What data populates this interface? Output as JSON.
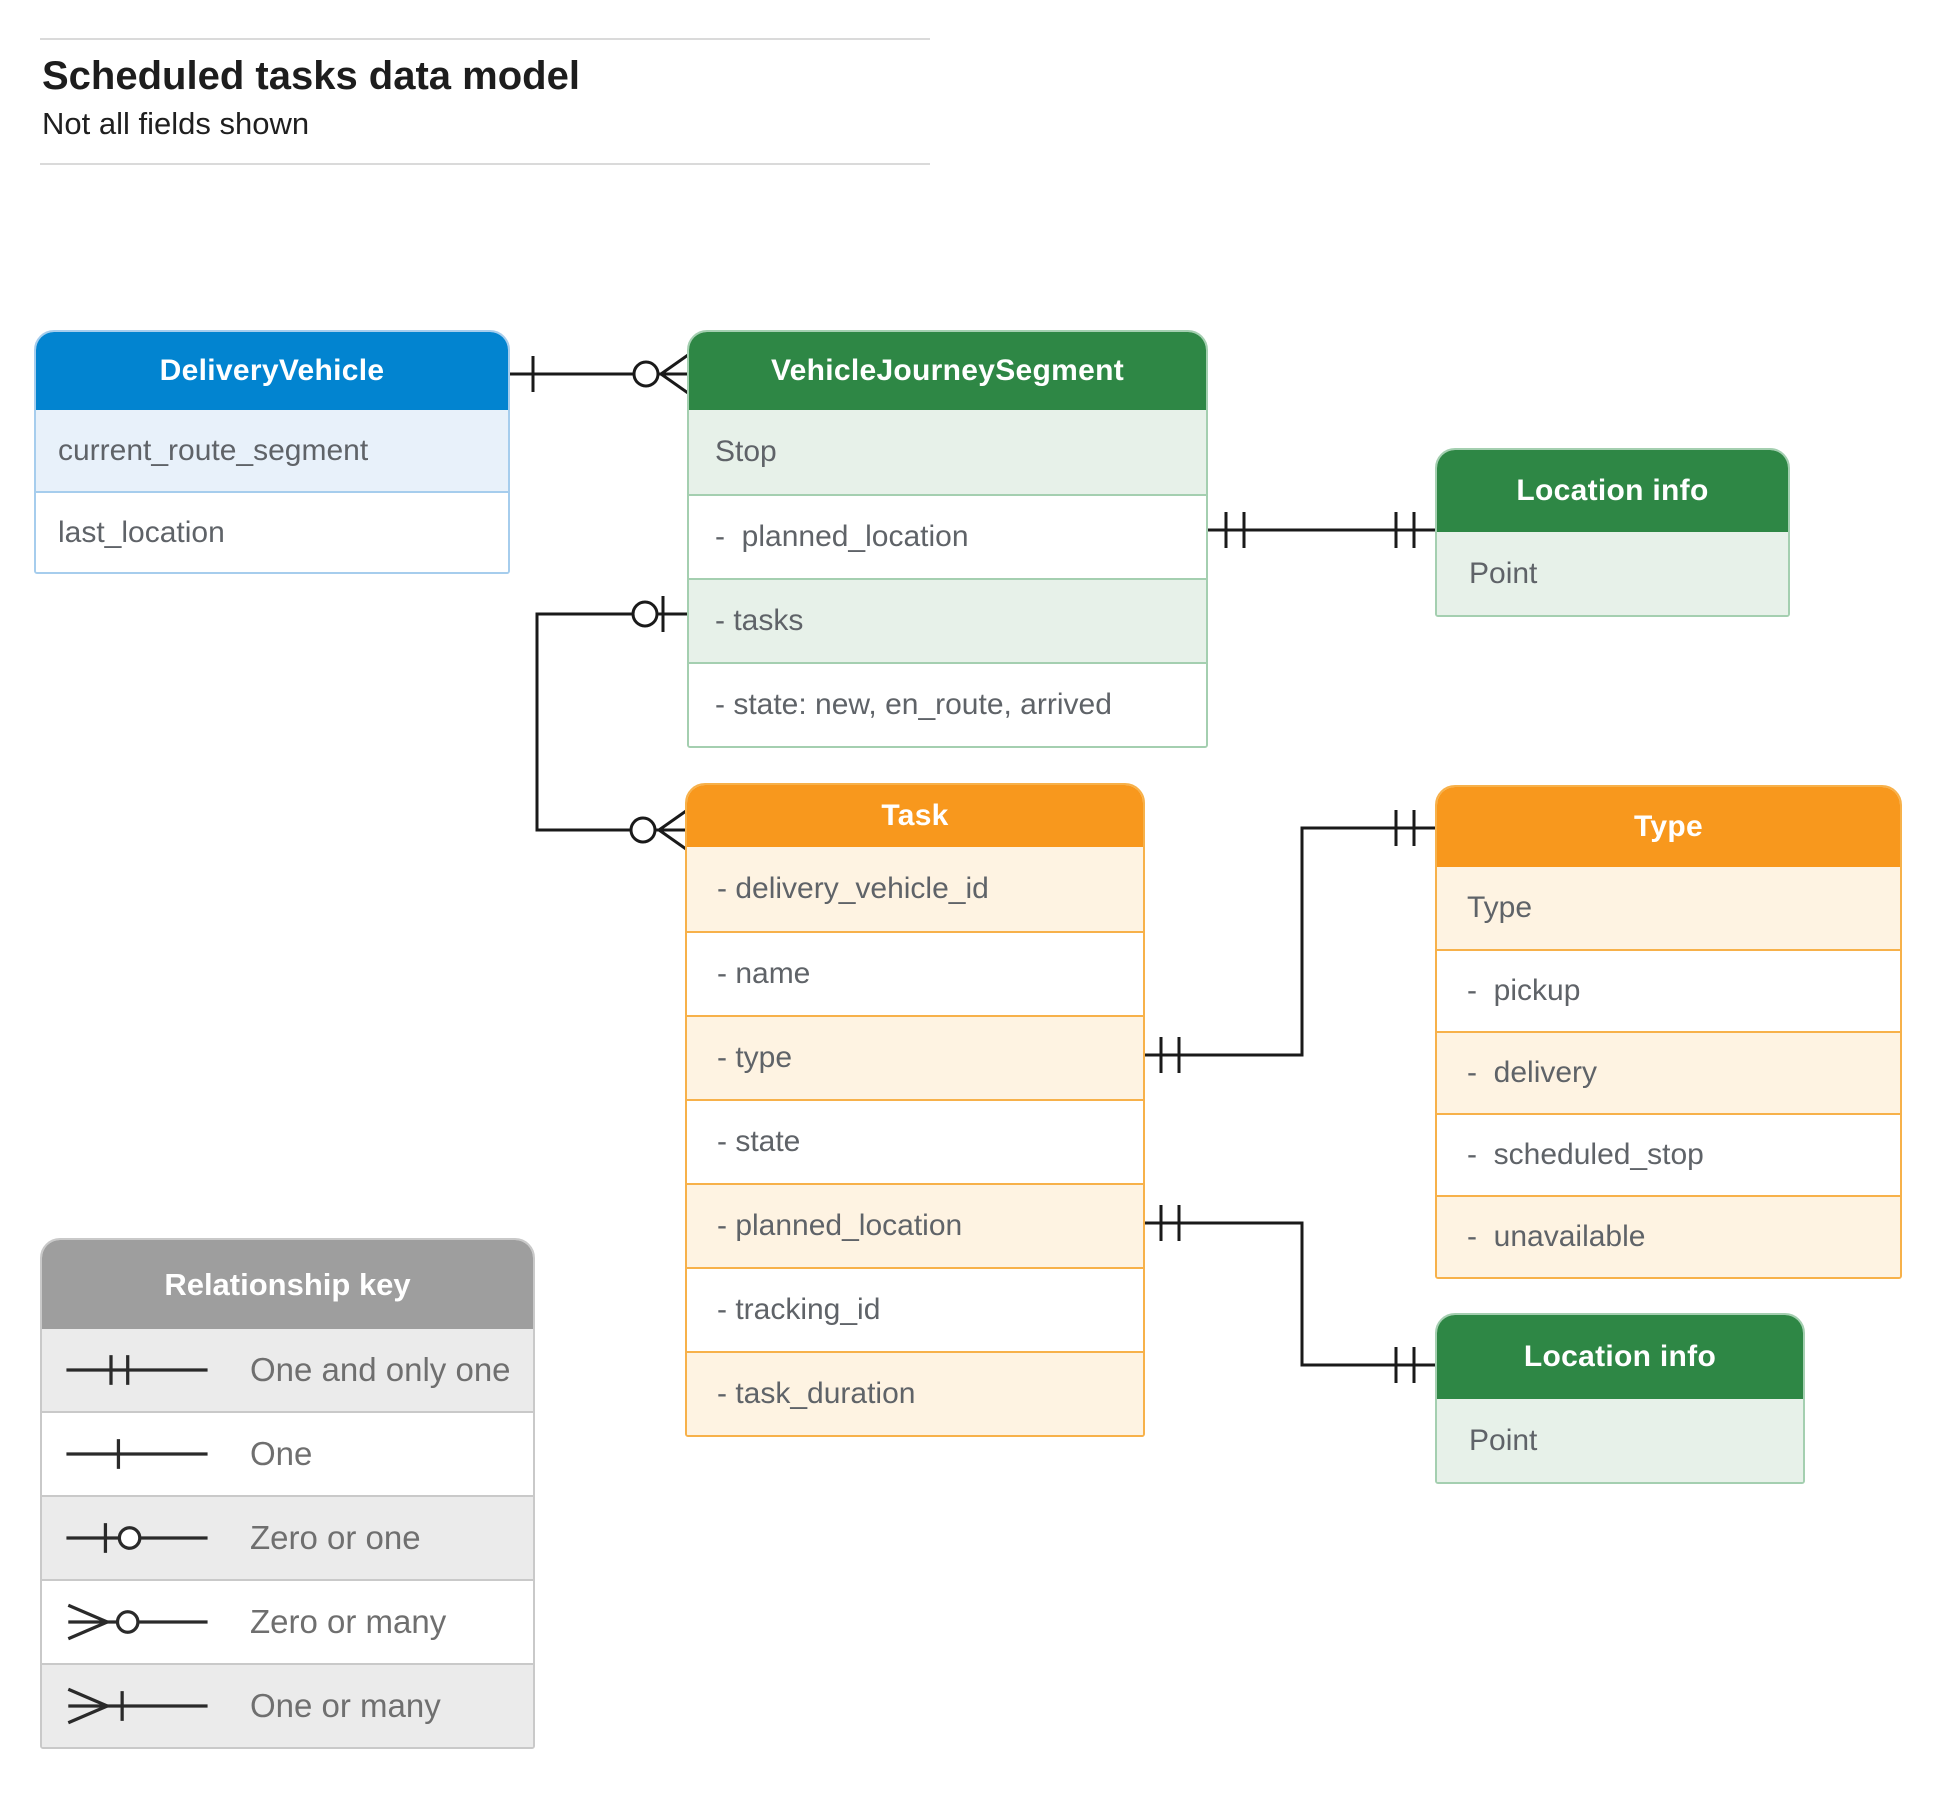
{
  "page": {
    "title": "Scheduled tasks data model",
    "subtitle": "Not all fields shown"
  },
  "colors": {
    "blue_header": "#0284d0",
    "green_header": "#2e8745",
    "orange_header": "#f8981d",
    "gray_header": "#9e9e9e",
    "blue_tint": "#e8f1fa",
    "green_tint": "#e7f1e9",
    "orange_tint": "#fef3e2",
    "gray_tint": "#ebebeb",
    "connector_line": "#1a1a1a",
    "field_text": "#5f6368"
  },
  "entities": {
    "delivery_vehicle": {
      "title": "DeliveryVehicle",
      "fields": [
        "current_route_segment",
        "last_location"
      ]
    },
    "vehicle_journey_segment": {
      "title": "VehicleJourneySegment",
      "fields": [
        "Stop",
        "-  planned_location",
        "- tasks",
        "- state: new, en_route, arrived"
      ]
    },
    "location_info_top": {
      "title": "Location info",
      "fields": [
        "Point"
      ]
    },
    "task": {
      "title": "Task",
      "fields": [
        "- delivery_vehicle_id",
        "- name",
        "- type",
        "- state",
        "- planned_location",
        "- tracking_id",
        "- task_duration"
      ]
    },
    "type": {
      "title": "Type",
      "fields": [
        "Type",
        "-  pickup",
        "-  delivery",
        "-  scheduled_stop",
        "-  unavailable"
      ]
    },
    "location_info_bottom": {
      "title": "Location info",
      "fields": [
        "Point"
      ]
    }
  },
  "relationships": [
    {
      "from": "DeliveryVehicle",
      "to": "VehicleJourneySegment",
      "from_end": "one",
      "to_end": "zero-or-many"
    },
    {
      "from": "VehicleJourneySegment.planned_location",
      "to": "Location info",
      "from_end": "one-and-only-one",
      "to_end": "one-and-only-one"
    },
    {
      "from": "VehicleJourneySegment.tasks",
      "to": "Task",
      "from_end": "zero-or-one",
      "to_end": "zero-or-many"
    },
    {
      "from": "Task.type",
      "to": "Type",
      "from_end": "one-and-only-one",
      "to_end": "one-and-only-one"
    },
    {
      "from": "Task.planned_location",
      "to": "Location info",
      "from_end": "one-and-only-one",
      "to_end": "one-and-only-one"
    }
  ],
  "legend": {
    "title": "Relationship key",
    "items": [
      {
        "symbol": "one-and-only-one",
        "label": "One and only one"
      },
      {
        "symbol": "one",
        "label": "One"
      },
      {
        "symbol": "zero-or-one",
        "label": "Zero or one"
      },
      {
        "symbol": "zero-or-many",
        "label": "Zero or many"
      },
      {
        "symbol": "one-or-many",
        "label": "One or many"
      }
    ]
  }
}
